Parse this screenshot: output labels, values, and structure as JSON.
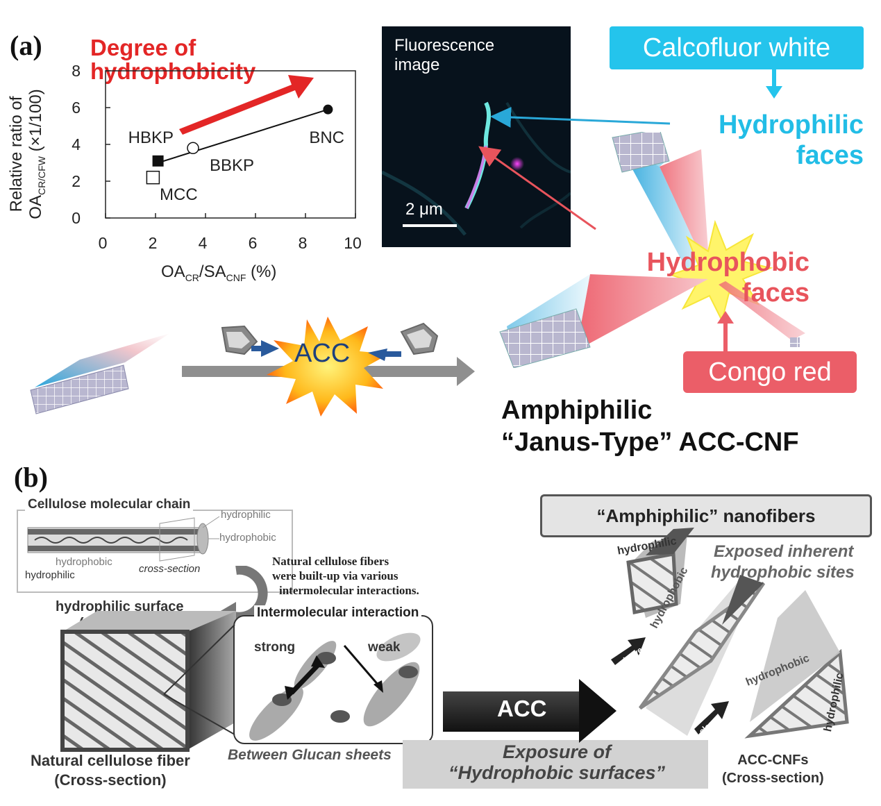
{
  "panel_a": {
    "label": "(a)",
    "title_line1": "Degree of",
    "title_line2": "hydrophobicity",
    "fluorescence_label_line1": "Fluorescence",
    "fluorescence_label_line2": "image",
    "scale_bar": "2 μm",
    "calcofluor": "Calcofluor white",
    "hydrophilic_line1": "Hydrophilic",
    "hydrophilic_line2": "faces",
    "hydrophobic_line1": "Hydrophobic",
    "hydrophobic_line2": "faces",
    "congo_red": "Congo red",
    "acc": "ACC",
    "amphiphilic_line1": "Amphiphilic",
    "amphiphilic_line2": "“Janus-Type” ACC-CNF",
    "colors": {
      "red": "#e32626",
      "cyan": "#24c4ec",
      "pink": "#eb5e68"
    }
  },
  "chart_data": {
    "type": "scatter",
    "ylabel_line1": "Relative ratio of",
    "ylabel_line2_main": "OA",
    "ylabel_line2_sub": "CR/CFW",
    "ylabel_line2_tail": " (×1/100)",
    "xlabel_main1": "OA",
    "xlabel_sub1": "CR",
    "xlabel_mid": "/SA",
    "xlabel_sub2": "CNF",
    "xlabel_tail": " (%)",
    "xlim": [
      0,
      10
    ],
    "ylim": [
      0,
      8
    ],
    "x_ticks": [
      "0",
      "2",
      "4",
      "6",
      "8",
      "10"
    ],
    "y_ticks": [
      "0",
      "2",
      "4",
      "6",
      "8"
    ],
    "points": [
      {
        "name": "MCC",
        "x": 1.9,
        "y": 2.2,
        "marker": "open-square"
      },
      {
        "name": "HBKP",
        "x": 2.1,
        "y": 3.1,
        "marker": "filled-square"
      },
      {
        "name": "BBKP",
        "x": 3.5,
        "y": 3.8,
        "marker": "open-circle"
      },
      {
        "name": "BNC",
        "x": 8.9,
        "y": 5.9,
        "marker": "filled-circle"
      }
    ],
    "trend_line": {
      "x": [
        2.1,
        8.9
      ],
      "y": [
        3.0,
        5.9
      ]
    }
  },
  "panel_b": {
    "label": "(b)",
    "cellulose_chain": "Cellulose molecular chain",
    "hydrophilic": "hydrophilic",
    "hydrophobic": "hydrophobic",
    "cross_section": "cross-section",
    "natural_note_l1": "Natural cellulose fibers",
    "natural_note_l2": "were built-up via various",
    "natural_note_l3": "intermolecular interactions.",
    "surface_l1": "hydrophilic surface",
    "surface_l2": "(OH groups)",
    "intermolecular": "Intermolecular interaction",
    "strong": "strong",
    "weak": "weak",
    "between": "Between Glucan sheets",
    "natural_fiber_l1": "Natural cellulose fiber",
    "natural_fiber_l2": "(Cross-section)",
    "acc": "ACC",
    "exposure_l1": "Exposure of",
    "exposure_l2": "“Hydrophobic surfaces”",
    "amph_nanofibers": "“Amphiphilic” nanofibers",
    "exposed_l1": "Exposed inherent",
    "exposed_l2": "hydrophobic sites",
    "cleave": "cleave",
    "acc_cnfs_l1": "ACC-CNFs",
    "acc_cnfs_l2": "(Cross-section)"
  }
}
